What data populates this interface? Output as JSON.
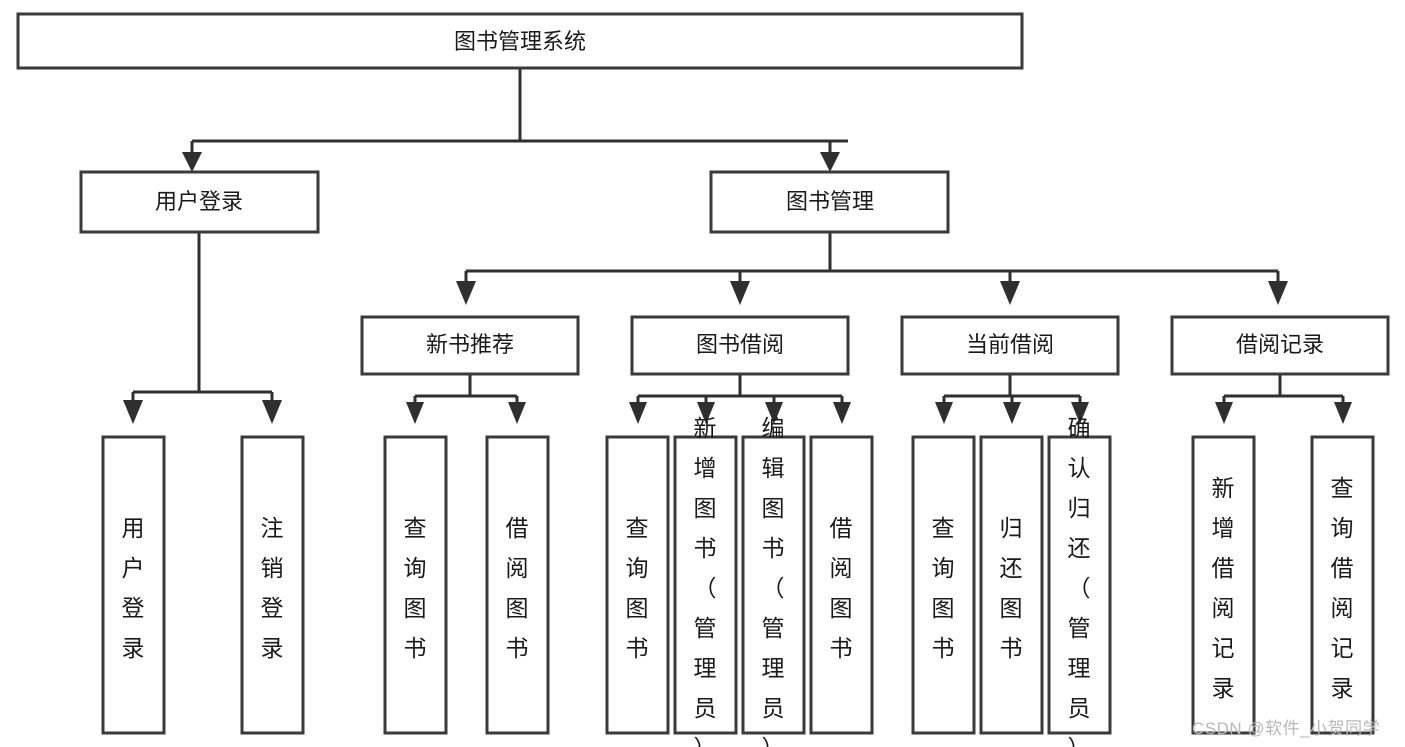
{
  "diagram": {
    "type": "tree-hierarchy",
    "title": "图书管理系统",
    "watermark": "CSDN @软件_小贺同学",
    "nodes": {
      "root": {
        "label": "图书管理系统"
      },
      "level2": [
        {
          "id": "user-login",
          "label": "用户登录"
        },
        {
          "id": "book-management",
          "label": "图书管理"
        }
      ],
      "level3": [
        {
          "id": "new-book-recommend",
          "label": "新书推荐",
          "parent": "book-management"
        },
        {
          "id": "book-borrow",
          "label": "图书借阅",
          "parent": "book-management"
        },
        {
          "id": "current-borrow",
          "label": "当前借阅",
          "parent": "book-management"
        },
        {
          "id": "borrow-record",
          "label": "借阅记录",
          "parent": "book-management"
        }
      ],
      "leaves": {
        "user-login": [
          {
            "id": "leaf-user-login",
            "label": "用户登录"
          },
          {
            "id": "leaf-logout-login",
            "label": "注销登录"
          }
        ],
        "new-book-recommend": [
          {
            "id": "leaf-query-book-1",
            "label": "查询图书"
          },
          {
            "id": "leaf-borrow-book-1",
            "label": "借阅图书"
          }
        ],
        "book-borrow": [
          {
            "id": "leaf-query-book-2",
            "label": "查询图书"
          },
          {
            "id": "leaf-add-book",
            "label": "新增图书（管理员）"
          },
          {
            "id": "leaf-edit-book",
            "label": "编辑图书（管理员）"
          },
          {
            "id": "leaf-borrow-book-2",
            "label": "借阅图书"
          }
        ],
        "current-borrow": [
          {
            "id": "leaf-query-book-3",
            "label": "查询图书"
          },
          {
            "id": "leaf-return-book",
            "label": "归还图书"
          },
          {
            "id": "leaf-confirm-return",
            "label": "确认归还（管理员）"
          }
        ],
        "borrow-record": [
          {
            "id": "leaf-add-record",
            "label": "新增借阅记录"
          },
          {
            "id": "leaf-query-record",
            "label": "查询借阅记录"
          }
        ]
      }
    },
    "colors": {
      "box_stroke": "#3a3a3a",
      "connector": "#2f2f2f",
      "text": "#1a1a1a",
      "background": "#ffffff",
      "watermark": "#b9b9b9"
    }
  }
}
